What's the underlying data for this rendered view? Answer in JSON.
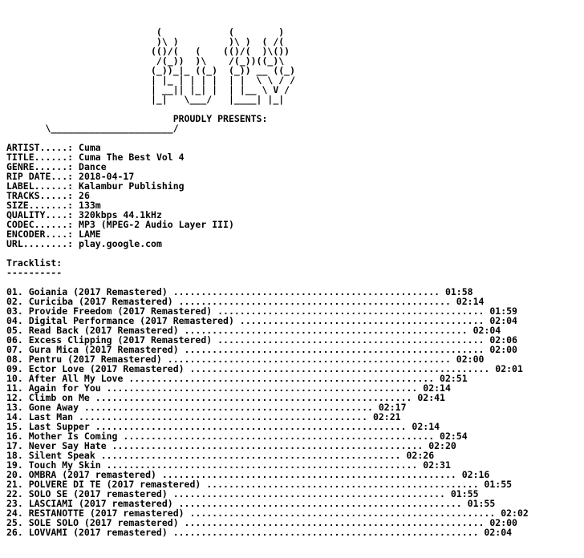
{
  "logo": [
    "                           (            (        )",
    "                           )\\ )         )\\ )  ( /(",
    "                          (()/(   (    (()/(  )\\())",
    "                           /(_))  )\\    /(_))((_)\\",
    "                          (_))_|_ ((_)  (_)) __ ((_)",
    "                          | |_ | | | |  | |  \\ \\ / /",
    "                          | __|| |_| |  | |__ \\ V /",
    "                          |_|   \\___/   |____| |_|"
  ],
  "presents": "                              PROUDLY PRESENTS:",
  "underline": "       \\______________________/",
  "info": [
    {
      "key": "ARTIST.....:",
      "value": "Cuma"
    },
    {
      "key": "TITLE......:",
      "value": "Cuma The Best Vol 4"
    },
    {
      "key": "GENRE......:",
      "value": "Dance"
    },
    {
      "key": "RIP DATE...:",
      "value": "2018-04-17"
    },
    {
      "key": "LABEL......:",
      "value": "Kalambur Publishing"
    },
    {
      "key": "TRACKS.....:",
      "value": "26"
    },
    {
      "key": "SIZE.......:",
      "value": "133m"
    },
    {
      "key": "QUALITY....:",
      "value": "320kbps 44.1kHz"
    },
    {
      "key": "CODEC......:",
      "value": "MP3 (MPEG-2 Audio Layer III)"
    },
    {
      "key": "ENCODER....:",
      "value": "LAME"
    },
    {
      "key": "URL........:",
      "value": "play.google.com"
    }
  ],
  "tracklist_title": "Tracklist:",
  "tracklist_rule": "----------",
  "tracks": [
    "01. Goiania (2017 Remastered) ................................................ 01:58",
    "02. Curiciba (2017 Remastered) ................................................. 02:14",
    "03. Provide Freedom (2017 Remastered) ................................................ 01:59",
    "04. Digital Performance (2017 Remastered) ............................................ 02:04",
    "05. Read Back (2017 Remastered) ................................................... 02:04",
    "06. Excess Clipping (2017 Remastered) ................................................ 02:06",
    "07. Gura Mica (2017 Remastered) ...................................................... 02:00",
    "08. Pentru (2017 Remastered) ................................................... 02:00",
    "09. Ector Love (2017 Remastered) ...................................................... 02:01",
    "10. After All My Love ....................................................... 02:51",
    "11. Again for You ........................................................ 02:14",
    "12. Climb on Me ......................................................... 02:41",
    "13. Gone Away .................................................... 02:17",
    "14. Last Man .................................................... 02:21",
    "15. Last Supper ........................................................ 02:14",
    "16. Mother Is Coming ........................................................ 02:54",
    "17. Never Say Hate ........................................................ 02:20",
    "18. Silent Speak ...................................................... 02:26",
    "19. Touch My Skin ........................................................ 02:31",
    "20. OMBRA (2017 remastered) ..................................................... 02:16",
    "21. POLVERE DI TE (2017 remastered) ................................................. 01:55",
    "22. SOLO SE (2017 remastered) ................................................. 01:55",
    "23. LASCIAMI (2017 remastered) ................................................... 01:55",
    "24. RESTANOTTE (2017 remastered) ....................................................... 02:02",
    "25. SOLE SOLO (2017 remastered) ...................................................... 02:00",
    "26. LOVVAMI (2017 remastered) ....................................................... 02:04"
  ]
}
